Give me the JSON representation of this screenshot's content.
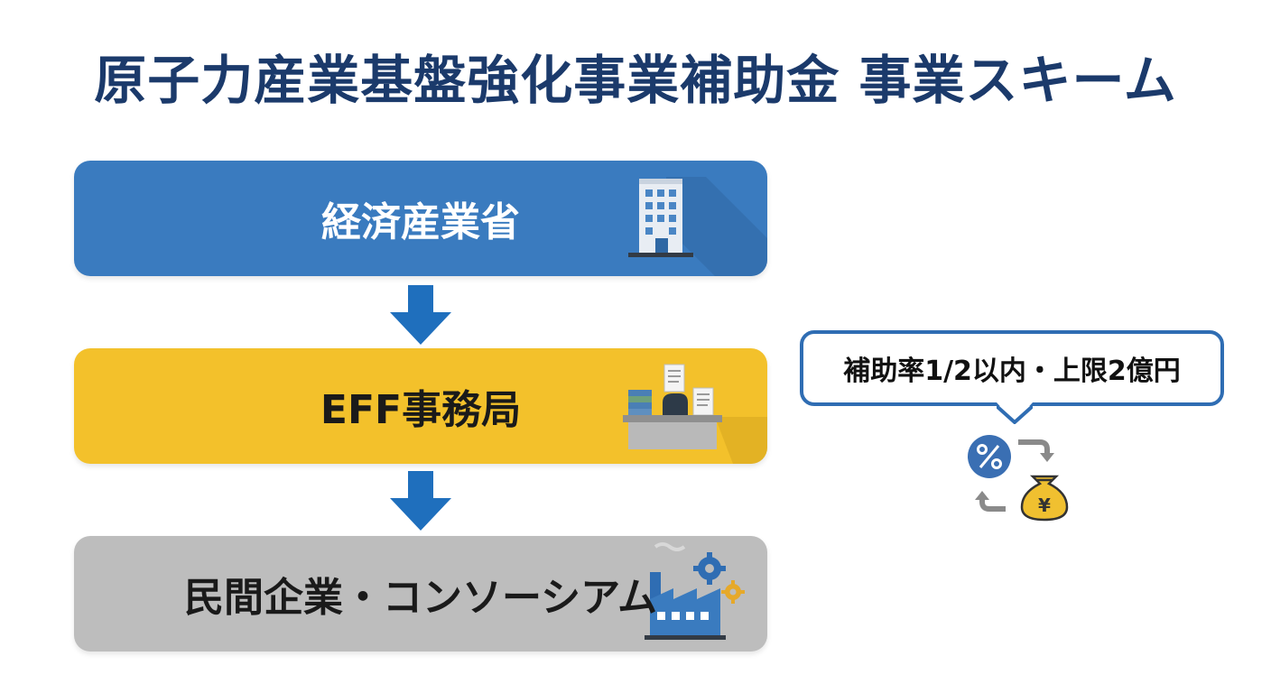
{
  "title": "原子力産業基盤強化事業補助金 事業スキーム",
  "flow": {
    "boxes": [
      {
        "label": "経済産業省",
        "icon": "office-building-icon",
        "bg": "#3a7bbf",
        "text_color": "#ffffff"
      },
      {
        "label": "EFF事務局",
        "icon": "office-desk-documents-icon",
        "bg": "#f3c12b",
        "text_color": "#1a1a1a"
      },
      {
        "label": "民間企業・コンソーシアム",
        "icon": "factory-gears-icon",
        "bg": "#bdbdbd",
        "text_color": "#1a1a1a"
      }
    ],
    "arrow_color": "#1f6fbd"
  },
  "callout": {
    "text": "補助率1/2以内・上限2億円",
    "border_color": "#2f6db3",
    "icon": "percent-money-exchange-icon"
  }
}
